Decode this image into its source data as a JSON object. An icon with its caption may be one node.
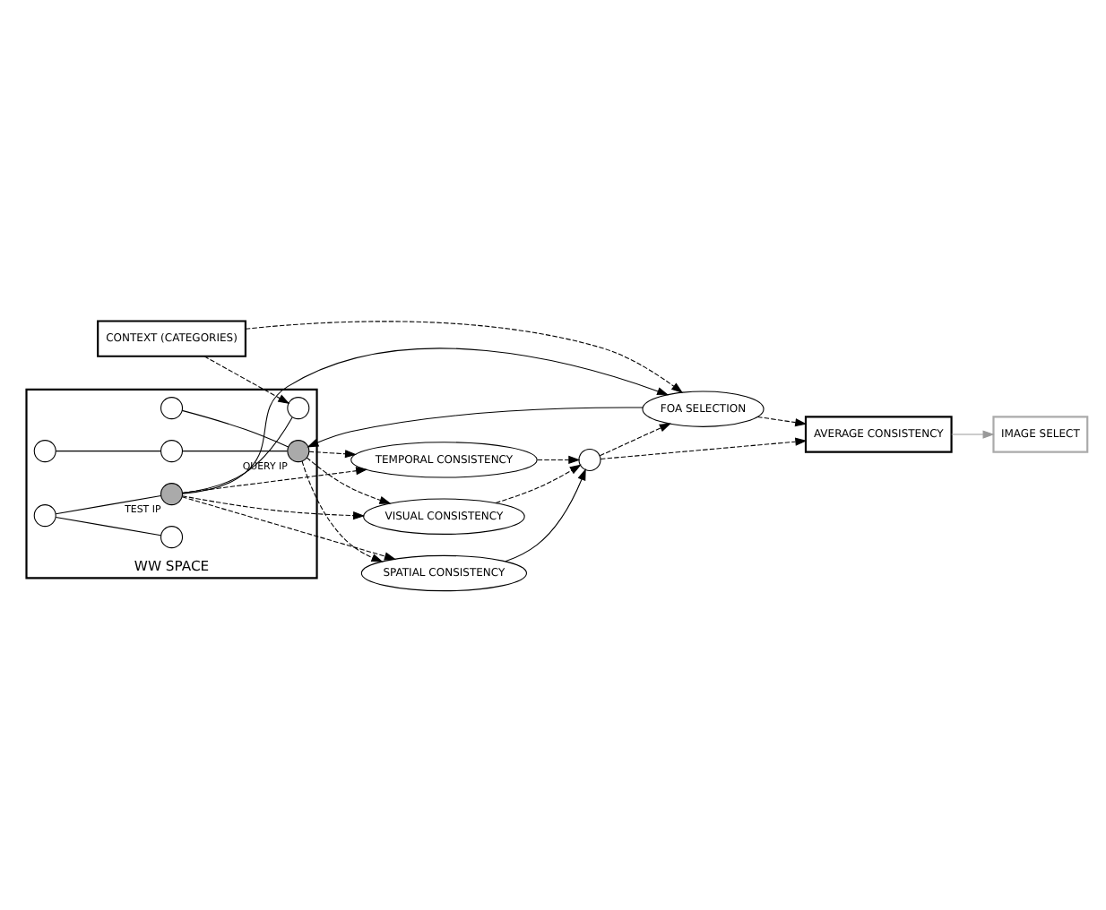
{
  "diagram": {
    "nodes": [
      {
        "text": [
          "CONTEXT (CATEGORIES)"
        ]
      },
      {
        "text": [
          "VISUAL CONSISTENCY"
        ]
      },
      {
        "text": [
          "FOA SELECTION"
        ]
      },
      {
        "text": [
          "SPATIAL CONSISTENCY"
        ]
      },
      {
        "text": [],
        "shape": "circle"
      },
      {
        "text": [
          "AVERAGE CONSISTENCY"
        ]
      },
      {
        "text": [
          "IMAGE SELECT"
        ]
      },
      {
        "text": [
          "TEMPORAL CONSISTENCY"
        ]
      },
      {
        "text": [
          "WW SPACE"
        ]
      },
      {
        "text": [],
        "shape": "circle",
        "in": 8
      },
      {
        "text": [],
        "shape": "circle",
        "in": 8
      },
      {
        "text": [],
        "shape": "circle",
        "in": 8
      },
      {
        "text": [],
        "shape": "circle",
        "in": 8,
        "beside": [
          "QUERY IP"
        ]
      },
      {
        "text": [],
        "shape": "circle",
        "in": 8
      },
      {
        "text": [],
        "shape": "circle",
        "in": 8
      },
      {
        "text": [],
        "shape": "circle",
        "in": 8
      },
      {
        "text": [],
        "shape": "circle",
        "in": 8,
        "beside": [
          "TEST IP"
        ]
      }
    ],
    "edges": [
      {
        "from": 0,
        "to": 2,
        "arrow": "to",
        "style": "dashed"
      },
      {
        "from": 1,
        "to": 4,
        "arrow": "to",
        "style": "dashed"
      },
      {
        "from": 3,
        "to": 4,
        "arrow": "to"
      },
      {
        "from": 7,
        "to": 4,
        "arrow": "to",
        "style": "dashed"
      },
      {
        "from": 4,
        "to": 2,
        "arrow": "to",
        "style": "dashed"
      },
      {
        "from": 4,
        "to": 5,
        "arrow": "to",
        "style": "dashed"
      },
      {
        "from": 2,
        "to": 5,
        "arrow": "to",
        "style": "dashed"
      },
      {
        "from": 5,
        "to": 6,
        "arrow": "to",
        "color": "#999999"
      },
      {
        "from": 0,
        "to": 15,
        "arrow": "to",
        "style": "dashed"
      },
      {
        "from": 2,
        "to": 12,
        "arrow": "to"
      },
      {
        "from": 16,
        "to": 2,
        "arrow": "to"
      },
      {
        "from": 9,
        "to": 11,
        "arrow": "none"
      },
      {
        "from": 10,
        "to": 12,
        "arrow": "none"
      },
      {
        "from": 11,
        "to": 12,
        "arrow": "none"
      },
      {
        "from": 13,
        "to": 16,
        "arrow": "none"
      },
      {
        "from": 13,
        "to": 14,
        "arrow": "none"
      },
      {
        "from": 16,
        "to": 15,
        "arrow": "none"
      },
      {
        "from": 12,
        "to": 1,
        "arrow": "to",
        "style": "dashed"
      },
      {
        "from": 12,
        "to": 3,
        "arrow": "to",
        "style": "dashed"
      },
      {
        "from": 12,
        "to": 7,
        "arrow": "to",
        "style": "dashed"
      },
      {
        "from": 16,
        "to": 1,
        "arrow": "to",
        "style": "dashed"
      },
      {
        "from": 16,
        "to": 3,
        "arrow": "to",
        "style": "dashed"
      },
      {
        "from": 16,
        "to": 7,
        "arrow": "to",
        "style": "dashed"
      }
    ]
  }
}
